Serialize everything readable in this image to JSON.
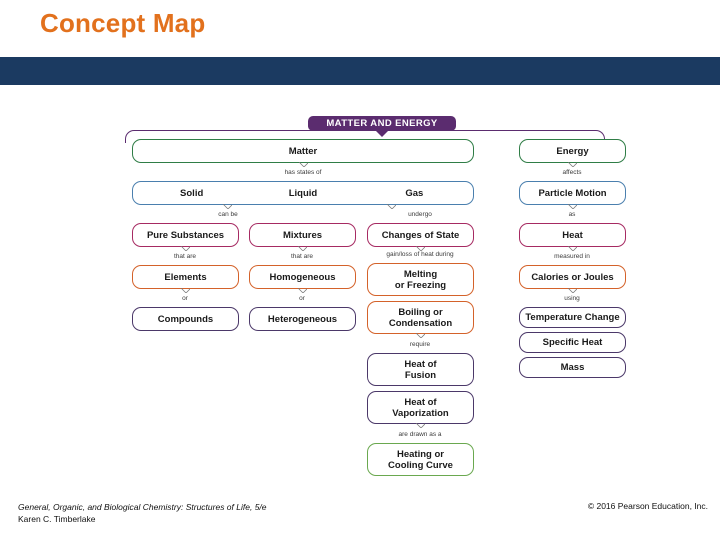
{
  "slide": {
    "title": "Concept Map"
  },
  "footer": {
    "citation_line1": "General, Organic, and Biological Chemistry: Structures of Life, 5/e",
    "citation_line2": "Karen C. Timberlake",
    "copyright": "© 2016 Pearson Education, Inc."
  },
  "colors": {
    "title_orange": "#e2711d",
    "header_band_navy": "#1b3a61",
    "banner_purple": "#5b2c6f",
    "green": "#2f7d46",
    "blue": "#4a7fae",
    "magenta": "#a62a62",
    "orange": "#d4622a",
    "dark_purple": "#4b3869",
    "light_green": "#6aa84f"
  },
  "concept_map": {
    "banner": "MATTER AND ENERGY",
    "nodes": [
      {
        "id": "matter",
        "label": "Matter",
        "color": "green"
      },
      {
        "id": "energy",
        "label": "Energy",
        "color": "green"
      },
      {
        "id": "states",
        "segments": [
          "Solid",
          "Liquid",
          "Gas"
        ],
        "color": "blue"
      },
      {
        "id": "particle-motion",
        "label": "Particle Motion",
        "color": "blue"
      },
      {
        "id": "pure-substances",
        "label": "Pure Substances",
        "color": "magenta"
      },
      {
        "id": "mixtures",
        "label": "Mixtures",
        "color": "magenta"
      },
      {
        "id": "changes-of-state",
        "label": "Changes of State",
        "color": "magenta"
      },
      {
        "id": "heat",
        "label": "Heat",
        "color": "magenta"
      },
      {
        "id": "elements",
        "label": "Elements",
        "color": "orange"
      },
      {
        "id": "homogeneous",
        "label": "Homogeneous",
        "color": "orange"
      },
      {
        "id": "melting-or-freezing",
        "label": "Melting\nor Freezing",
        "color": "orange"
      },
      {
        "id": "calories-or-joules",
        "label": "Calories or Joules",
        "color": "orange"
      },
      {
        "id": "compounds",
        "label": "Compounds",
        "color": "dark_purple"
      },
      {
        "id": "heterogeneous",
        "label": "Heterogeneous",
        "color": "dark_purple"
      },
      {
        "id": "boiling-or-condensation",
        "label": "Boiling or\nCondensation",
        "color": "orange"
      },
      {
        "id": "temperature-change",
        "label": "Temperature Change",
        "color": "dark_purple"
      },
      {
        "id": "specific-heat",
        "label": "Specific Heat",
        "color": "dark_purple"
      },
      {
        "id": "mass",
        "label": "Mass",
        "color": "dark_purple"
      },
      {
        "id": "heat-of-fusion",
        "label": "Heat of\nFusion",
        "color": "dark_purple"
      },
      {
        "id": "heat-of-vaporization",
        "label": "Heat of\nVaporization",
        "color": "dark_purple"
      },
      {
        "id": "heating-or-cooling-curve",
        "label": "Heating or\nCooling Curve",
        "color": "light_green"
      }
    ],
    "connectors": [
      {
        "id": "has-states-of",
        "label": "has states of"
      },
      {
        "id": "affects",
        "label": "affects"
      },
      {
        "id": "can-be",
        "label": "can be"
      },
      {
        "id": "undergo",
        "label": "undergo"
      },
      {
        "id": "as",
        "label": "as"
      },
      {
        "id": "that-are-pure",
        "label": "that are"
      },
      {
        "id": "that-are-mixtures",
        "label": "that are"
      },
      {
        "id": "gain-loss-of-heat-during",
        "label": "gain/loss of heat during"
      },
      {
        "id": "measured-in",
        "label": "measured in"
      },
      {
        "id": "or-elements",
        "label": "or"
      },
      {
        "id": "or-homogeneous",
        "label": "or"
      },
      {
        "id": "using",
        "label": "using"
      },
      {
        "id": "require",
        "label": "require"
      },
      {
        "id": "are-drawn-as-a",
        "label": "are drawn as a"
      }
    ]
  }
}
